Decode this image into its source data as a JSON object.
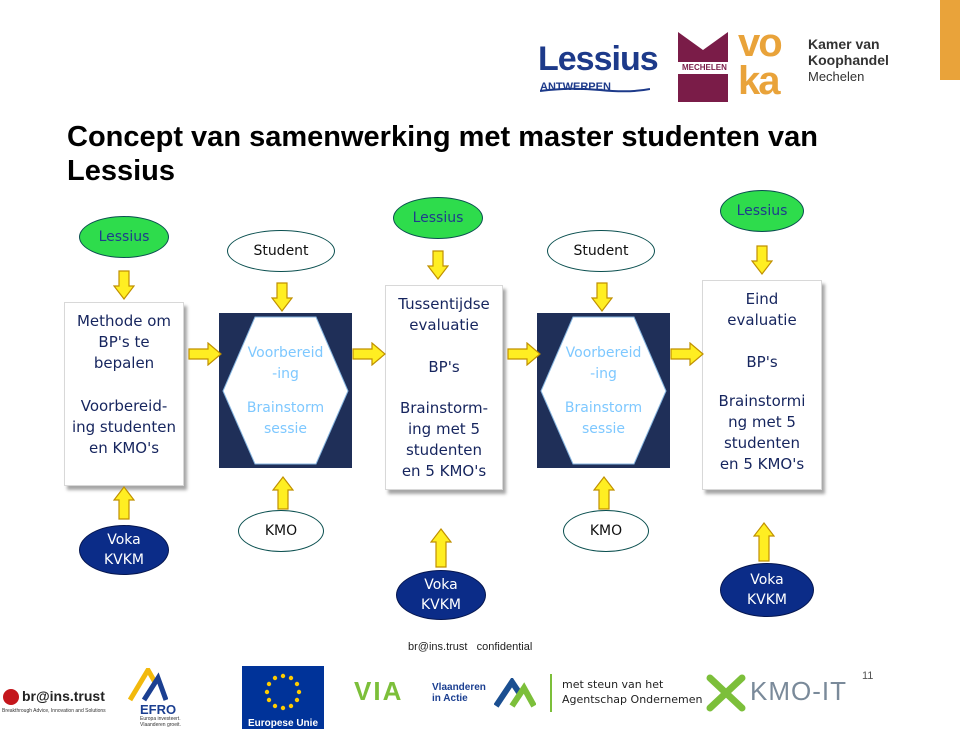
{
  "title": "Concept van samenwerking met master studenten van Lessius",
  "header_logos": {
    "lessius_name": "Lessius",
    "lessius_city": "ANTWERPEN",
    "mechelen": "MECHELEN",
    "voka_word": "vo\nka",
    "kamer_line1": "Kamer van",
    "kamer_line2": "Koophandel",
    "kamer_line3": "Mechelen"
  },
  "top_ovals": {
    "lessius_1": "Lessius",
    "student_1": "Student",
    "lessius_2": "Lessius",
    "student_2": "Student",
    "lessius_3": "Lessius"
  },
  "columns": {
    "col1": {
      "top": "Methode om\nBP's te\nbepalen",
      "bottom": "Voorbereid-\ning studenten\nen KMO's"
    },
    "col2": {
      "top": "Voorbereid\n-ing",
      "bottom": "Brainstorm\nsessie"
    },
    "col3": {
      "top": "Tussentijdse\nevaluatie",
      "mid": "BP's",
      "bottom": "Brainstorm-\ning met 5\nstudenten\nen 5 KMO's"
    },
    "col4": {
      "top": "Voorbereid\n-ing",
      "bottom": "Brainstorm\nsessie"
    },
    "col5": {
      "top": "Eind\nevaluatie",
      "mid": "BP's",
      "bottom": "Brainstormi\nng met 5\nstudenten\nen 5 KMO's"
    }
  },
  "bottom_ovals": {
    "voka_1": "Voka\nKVKM",
    "kmo_1": "KMO",
    "voka_2": "Voka\nKVKM",
    "kmo_2": "KMO",
    "voka_3": "Voka\nKVKM"
  },
  "footer": {
    "confidential": "br@ins.trust   confidential",
    "page_number": "11",
    "brains_trust": "br@ins.trust",
    "brains_trust_sub": "Breakthrough Advice, Innovation and Solutions",
    "efro": "EFRO",
    "efro_sub1": "Europa investeert.",
    "efro_sub2": "Vlaanderen groeit.",
    "eu": "Europese Unie",
    "via": "VIA",
    "vlaanderen_line1": "Vlaanderen",
    "vlaanderen_line2": "in Actie",
    "steun_line1": "met steun van het",
    "steun_line2": "Agentschap Ondernemen",
    "kmo_it": "KMO-IT"
  },
  "colors": {
    "green": "#2edc4c",
    "navy": "#0b2c88",
    "hex_blue": "#1f2f58",
    "arrow_yellow": "#ffee22",
    "arrow_border": "#c09000"
  }
}
